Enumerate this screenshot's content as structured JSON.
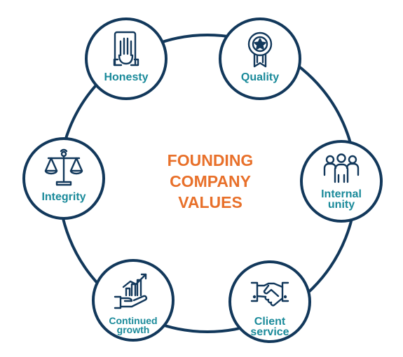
{
  "center_title": {
    "line1": "FOUNDING",
    "line2": "COMPANY",
    "line3": "VALUES"
  },
  "values": [
    {
      "label": "Honesty",
      "icon": "raised-hand-icon"
    },
    {
      "label": "Quality",
      "icon": "award-ribbon-icon"
    },
    {
      "label_line1": "Internal",
      "label_line2": "unity",
      "icon": "team-people-icon"
    },
    {
      "label_line1": "Client",
      "label_line2": "service",
      "icon": "handshake-icon"
    },
    {
      "label_line1": "Continued",
      "label_line2": "growth",
      "icon": "growth-chart-hand-icon"
    },
    {
      "label": "Integrity",
      "icon": "balance-scale-icon"
    }
  ],
  "colors": {
    "ring": "#12385b",
    "label": "#1a8a9a",
    "title": "#e8702a",
    "icon": "#12385b"
  }
}
